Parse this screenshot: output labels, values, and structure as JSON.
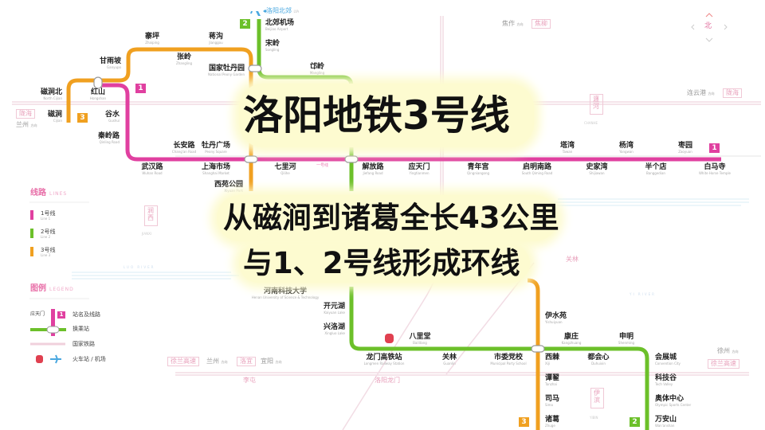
{
  "title_overlay": {
    "line1": "洛阳地铁3号线",
    "line2": "从磁涧到诸葛全长43公里",
    "line3": "与1、2号线形成环线"
  },
  "colors": {
    "line1": "#e040a0",
    "line2": "#6cc02a",
    "line3": "#f0a020",
    "overlay_bg": "#fdfbd0",
    "rail": "#f0d0dc"
  },
  "lines": {
    "line1": {
      "badge": "1",
      "stations": [
        [
          "红山",
          "Hongshan"
        ],
        [
          "谷水",
          "Gushui"
        ],
        [
          "秦岭路",
          "Qinling Road"
        ],
        [
          "长安路",
          "Chang'an Road"
        ],
        [
          "牡丹广场",
          "Peony Square"
        ],
        [
          "武汉路",
          "Wuhan Road"
        ],
        [
          "上海市场",
          "Shanghai Market"
        ],
        [
          "七里河",
          "Qilihe"
        ],
        [
          "解放路",
          "Jiefang Road"
        ],
        [
          "应天门",
          "Yingtianmen"
        ],
        [
          "青年宫",
          "Qingniangong"
        ],
        [
          "启明南路",
          "South Qiming Road"
        ],
        [
          "塔湾",
          "Tawan"
        ],
        [
          "史家湾",
          "Shijiawan"
        ],
        [
          "杨湾",
          "Yangwan"
        ],
        [
          "半个店",
          "Banggedian"
        ],
        [
          "枣园",
          "Zaoyuan"
        ],
        [
          "白马寺",
          "White Horse Temple"
        ]
      ],
      "label_mid": "一号线"
    },
    "line2": {
      "badge": "2",
      "stations": [
        [
          "北郊机场",
          "Beijiao Airport"
        ],
        [
          "宋岭",
          "Songling"
        ],
        [
          "邙岭",
          "Mangling"
        ],
        [
          "河南科技大学",
          "Henan University of Science & Technology"
        ],
        [
          "开元湖",
          "Kaiyuan Lake"
        ],
        [
          "兴洛湖",
          "Xingluo Lake"
        ],
        [
          "龙门高铁站",
          "Longmen Railway Station"
        ],
        [
          "八里堂",
          "Bailitang"
        ],
        [
          "关林",
          "Guanlin"
        ],
        [
          "市委党校",
          "Municipal Party School"
        ],
        [
          "西棘",
          "Xiji"
        ],
        [
          "康庄",
          "Kangzhuang"
        ],
        [
          "都会心",
          "Duhuixin"
        ],
        [
          "申明",
          "Shenming"
        ],
        [
          "会展城",
          "Convention City"
        ],
        [
          "科技谷",
          "Tech Valley"
        ],
        [
          "奥体中心",
          "Olympic Sports Center"
        ],
        [
          "万安山",
          "Wan'anshan"
        ]
      ]
    },
    "line3": {
      "badge": "3",
      "stations": [
        [
          "磁涧北",
          "North Cijian"
        ],
        [
          "磁涧",
          "Cijian"
        ],
        [
          "甘雨坡",
          "Ganyupo"
        ],
        [
          "寨坪",
          "Zhaiping"
        ],
        [
          "张岭",
          "Zhangling"
        ],
        [
          "蒋沟",
          "Jianggou"
        ],
        [
          "国家牡丹园",
          "National Peony Garden"
        ],
        [
          "西苑公园",
          "Xiyuan Park"
        ],
        [
          "伊水苑",
          "Yishuiyuan"
        ],
        [
          "谭翟",
          "Tanzhai"
        ],
        [
          "司马",
          "Sima"
        ],
        [
          "诸葛",
          "Zhuge"
        ]
      ]
    }
  },
  "airport": {
    "name": "洛阳北郊",
    "code": "LYA",
    "icon": "airplane-icon"
  },
  "compass": {
    "label": "北",
    "icon": "compass-arrows-icon"
  },
  "rail_labels": {
    "jiaozuo": "焦作",
    "fangxiang": "方向",
    "jiaoliu": "焦柳",
    "lianyungang": "连云港",
    "longhai": "陇海",
    "lanzhou": "兰州",
    "xulan": "徐兰高速",
    "luoyi": "洛宜",
    "yiyang": "宜阳",
    "xuzhou": "徐州",
    "litun": "李屯",
    "luoyang_longmen": "洛阳龙门",
    "guanlin_rail": "关林"
  },
  "districts": {
    "jianxi": "涧西",
    "jianxi_en": "JIANXI",
    "chanhe": "瀍河",
    "chanhe_en": "CHANHE",
    "yibin": "伊滨",
    "yibin_en": "YIBIN",
    "luo_river": "LUO RIVER",
    "yi_river": "YI RIVER"
  },
  "legend": {
    "lines_title": "线路",
    "lines_title_en": "LINES",
    "items": [
      {
        "label": "1号线",
        "en": "Line 1"
      },
      {
        "label": "2号线",
        "en": "Line 2"
      },
      {
        "label": "3号线",
        "en": "Line 3"
      }
    ],
    "legend_title": "图例",
    "legend_title_en": "LEGEND",
    "sample_station": "应天门",
    "sample_badge": "1",
    "station_line": "站名及线路",
    "interchange": "换乘站",
    "national_rail": "国家铁路",
    "train_airport": "火车站 / 机场"
  }
}
